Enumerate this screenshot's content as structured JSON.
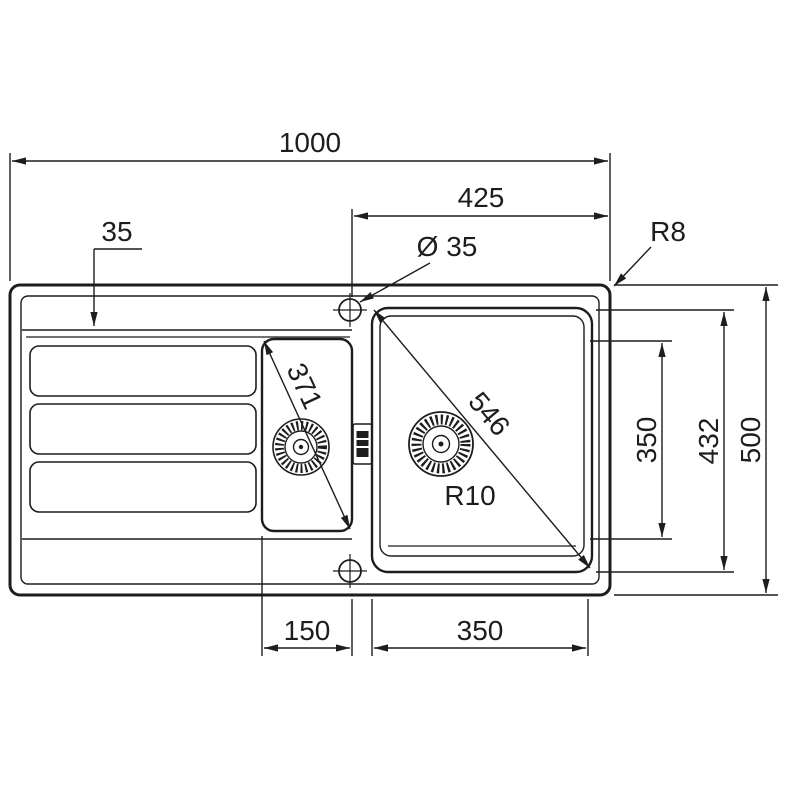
{
  "drawing": {
    "type": "technical-drawing",
    "subject": "Inset kitchen sink with drainer - top view dimensional drawing",
    "units": "mm",
    "colors": {
      "line": "#1d1d1b",
      "background": "#ffffff"
    },
    "dimensions": {
      "overall_width": "1000",
      "right_section_width": "425",
      "tap_hole_diameter": "Ø 35",
      "outer_corner_radius": "R8",
      "left_offset": "35",
      "overall_depth": "500",
      "bowl_outer_depth": "432",
      "bowl_inner_depth": "350",
      "half_bowl_diagonal": "371",
      "main_bowl_diagonal": "546",
      "bowl_corner_radius": "R10",
      "half_bowl_width": "150",
      "main_bowl_width": "350"
    }
  }
}
